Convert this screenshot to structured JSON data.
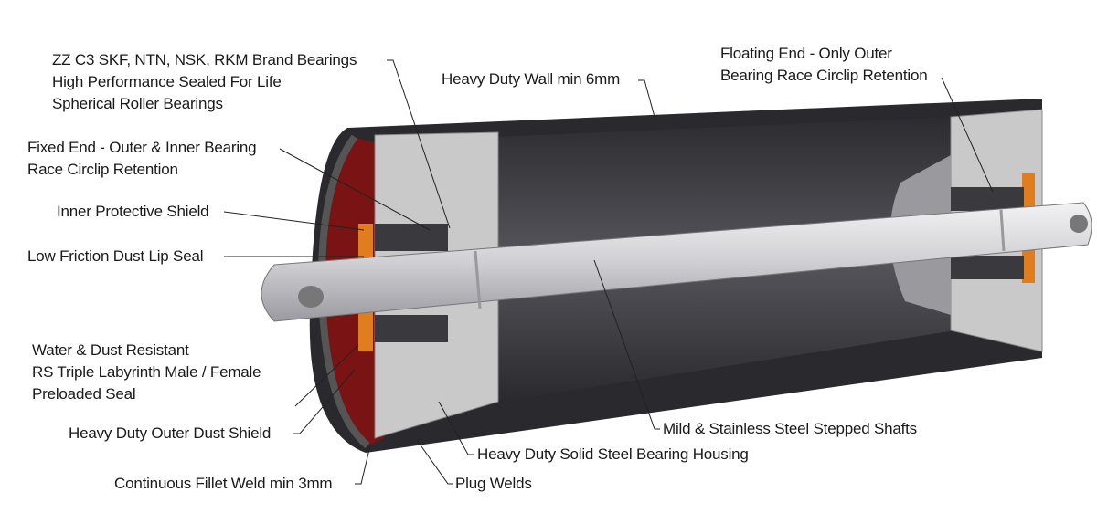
{
  "colors": {
    "shell": "#2a2a2e",
    "interior": "#3b3b40",
    "housing": "#c9c9c9",
    "shaft": "#d8d8da",
    "seal": "#e07d1e",
    "shield": "#7a1414",
    "leader": "#222222"
  },
  "labels": {
    "bearings": [
      "ZZ C3 SKF, NTN, NSK, RKM Brand Bearings",
      "High Performance Sealed For Life",
      "Spherical Roller Bearings"
    ],
    "wall": "Heavy Duty Wall min 6mm",
    "floating_end": [
      "Floating End - Only Outer",
      "Bearing Race Circlip Retention"
    ],
    "fixed_end": [
      "Fixed End - Outer & Inner Bearing",
      "Race Circlip Retention"
    ],
    "inner_shield": "Inner Protective Shield",
    "lip_seal": "Low Friction Dust Lip Seal",
    "labyrinth_seal": [
      "Water & Dust Resistant",
      "RS Triple Labyrinth Male / Female",
      "Preloaded Seal"
    ],
    "outer_shield": "Heavy Duty Outer Dust Shield",
    "fillet_weld": "Continuous Fillet Weld min 3mm",
    "plug_welds": "Plug Welds",
    "housing": "Heavy Duty Solid Steel Bearing Housing",
    "shafts": "Mild & Stainless Steel Stepped Shafts"
  }
}
